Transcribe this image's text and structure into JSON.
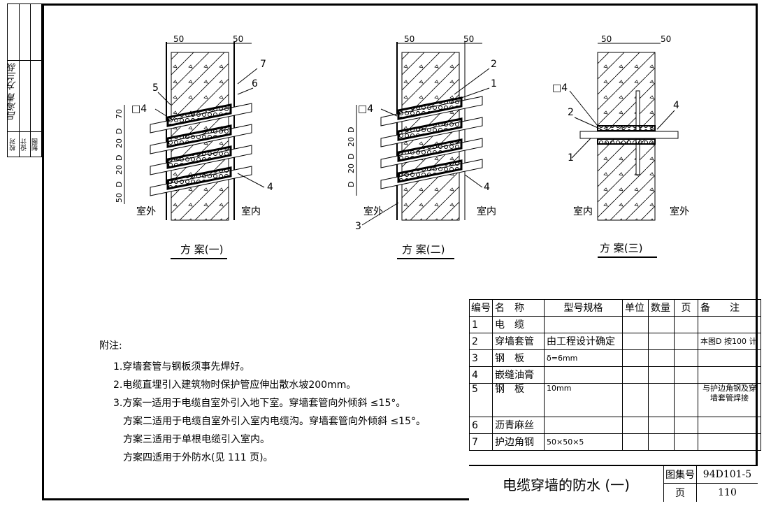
{
  "side_strip": {
    "labels": [
      "校对",
      "设计",
      "制图"
    ],
    "signatures": "吕海青 方兰叔"
  },
  "drawings": [
    {
      "title": "方 案(一)",
      "dims_top": [
        "50",
        "50"
      ],
      "dims_left": [
        "70",
        "D",
        "20",
        "D",
        "20",
        "D",
        "20",
        "D",
        "50"
      ],
      "outside": "室外",
      "inside": "室内",
      "callouts": [
        "5",
        "7",
        "6",
        "4",
        "□4"
      ]
    },
    {
      "title": "方 案(二)",
      "dims_top": [
        "50",
        "50"
      ],
      "dims_left": [
        "D",
        "20",
        "D",
        "20",
        "D",
        "20",
        "D"
      ],
      "outside": "室外",
      "inside": "室内",
      "callouts": [
        "2",
        "1",
        "4",
        "3",
        "□4"
      ]
    },
    {
      "title": "方 案(三)",
      "dims_top": [
        "50",
        "50"
      ],
      "outside": "室外",
      "inside": "室内",
      "callouts": [
        "□4",
        "2",
        "4",
        "1"
      ]
    }
  ],
  "notes": {
    "heading": "附注:",
    "lines": [
      "1.穿墙套管与钢板须事先焊好。",
      "2.电缆直埋引入建筑物时保护管应伸出散水坡200mm。",
      "3.方案一适用于电缆自室外引入地下室。穿墙套管向外倾斜 ≤15°。",
      "方案二适用于电缆自室外引入室内电缆沟。穿墙套管向外倾斜 ≤15°。",
      "方案三适用于单根电缆引入室内。",
      "方案四适用于外防水(见 111 页)。"
    ]
  },
  "table": {
    "headers": [
      "编号",
      "名　称",
      "型号规格",
      "单位",
      "数量",
      "页",
      "备　　注"
    ],
    "rows": [
      [
        "1",
        "电　缆",
        "",
        "",
        "",
        "",
        ""
      ],
      [
        "2",
        "穿墙套管",
        "由工程设计确定",
        "",
        "",
        "",
        "本图D 按100 计"
      ],
      [
        "3",
        "钢　板",
        "δ=6mm",
        "",
        "",
        "",
        ""
      ],
      [
        "4",
        "嵌缝油膏",
        "",
        "",
        "",
        "",
        ""
      ],
      [
        "5",
        "钢　板",
        "10mm",
        "",
        "",
        "",
        "与护边角钢及穿墙套管焊接"
      ],
      [
        "6",
        "沥青麻丝",
        "",
        "",
        "",
        "",
        ""
      ],
      [
        "7",
        "护边角钢",
        "50×50×5",
        "",
        "",
        "",
        ""
      ]
    ]
  },
  "title_block": {
    "title": "电缆穿墙的防水 (一)",
    "atlas_label": "图集号",
    "atlas_no": "94D101-5",
    "page_label": "页",
    "page_no": "110"
  }
}
